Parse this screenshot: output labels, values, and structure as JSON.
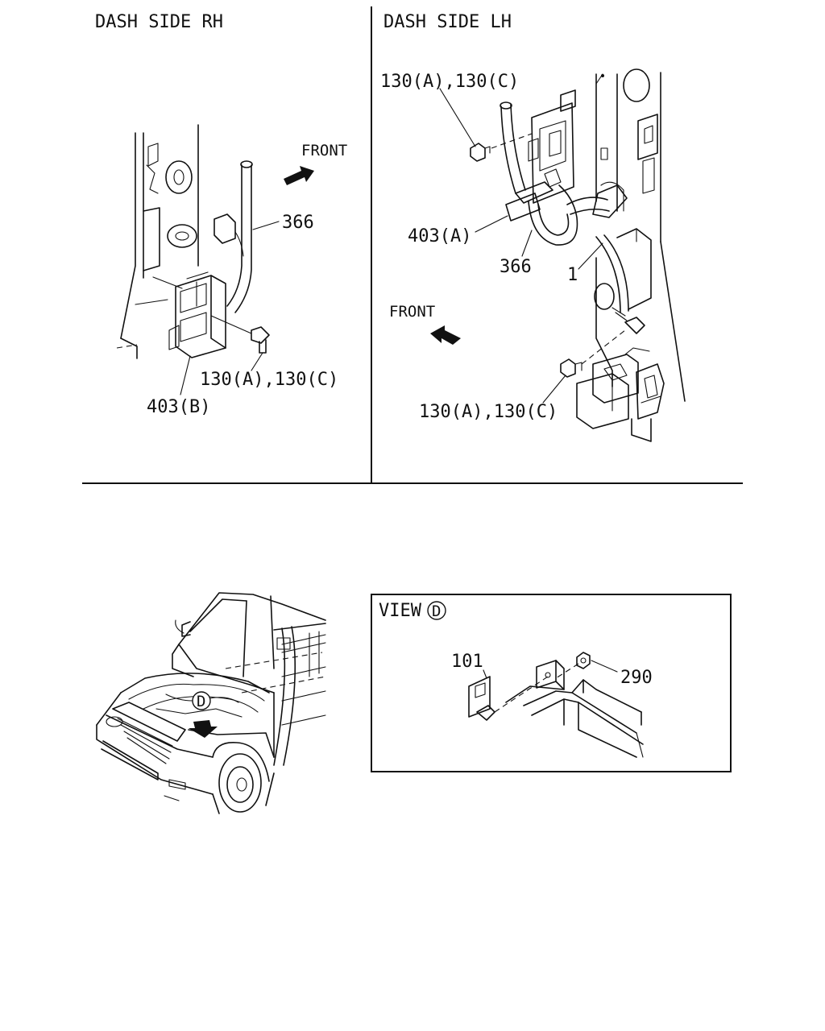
{
  "panels": {
    "rh": {
      "title": "DASH SIDE RH",
      "front": "FRONT",
      "callouts": [
        "366",
        "130(A),130(C)",
        "403(B)"
      ]
    },
    "lh": {
      "title": "DASH SIDE LH",
      "front": "FRONT",
      "callouts": [
        "130(A),130(C)",
        "403(A)",
        "366",
        "1",
        "130(A),130(C)"
      ]
    },
    "vehicle": {
      "view_marker": "D"
    },
    "view_d": {
      "title": "VIEW",
      "marker": "D",
      "callouts": [
        "101",
        "290"
      ]
    }
  },
  "colors": {
    "ink": "#111111",
    "paper": "#ffffff"
  }
}
